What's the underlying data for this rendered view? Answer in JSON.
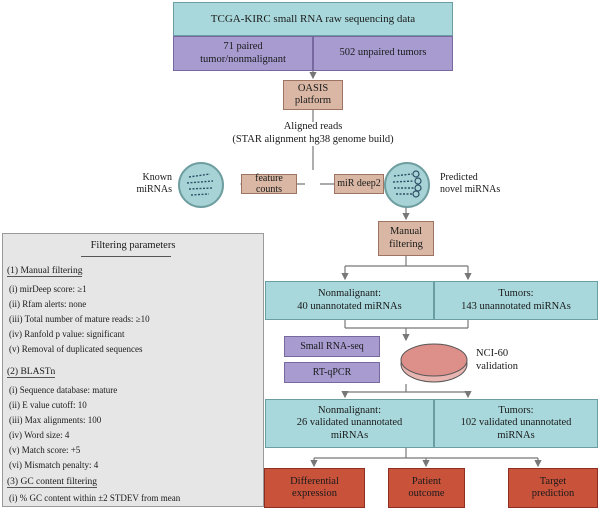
{
  "top": {
    "title": "TCGA-KIRC small RNA raw sequencing data",
    "paired": "71 paired\ntumor/nonmalignant",
    "unpaired": "502 unpaired tumors"
  },
  "oasis": "OASIS\nplatform",
  "aligned": "Aligned reads\n(STAR alignment hg38 genome build)",
  "known_mirnas": "Known\nmiRNAs",
  "feature_counts": "feature counts",
  "mir_deep2": "miR deep2",
  "predicted": "Predicted\nnovel miRNAs",
  "manual_box": "Manual\nfiltering",
  "unannotated": {
    "nonmalignant": "Nonmalignant:\n40 unannotated miRNAs",
    "tumors": "Tumors:\n143 unannotated miRNAs"
  },
  "small_rna_seq": "Small RNA-seq",
  "rt_qpcr": "RT-qPCR",
  "nci60": "NCI-60\nvalidation",
  "validated": {
    "nonmalignant": "Nonmalignant:\n26 validated unannotated\nmiRNAs",
    "tumors": "Tumors:\n102 validated unannotated\nmiRNAs"
  },
  "outcomes": [
    "Differential\nexpression",
    "Patient\noutcome",
    "Target\nprediction"
  ],
  "filter_panel": {
    "title": "Filtering parameters",
    "sections": [
      {
        "heading": "(1) Manual filtering",
        "items": [
          "(i) mirDeep score: ≥1",
          "(ii) Rfam alerts: none",
          "(iii) Total number of mature reads: ≥10",
          "(iv) Ranfold p value: significant",
          "(v) Removal of duplicated sequences"
        ]
      },
      {
        "heading": "(2) BLASTn",
        "items": [
          "(i) Sequence database: mature",
          "(ii) E value cutoff: 10",
          "(iii) Max alignments: 100",
          "(iv) Word size: 4",
          "(v) Match score: +5",
          "(vi) Mismatch penalty: 4"
        ]
      },
      {
        "heading": "(3) GC content filtering",
        "items": [
          "(i) % GC content within ±2 STDEV from mean"
        ]
      }
    ]
  },
  "colors": {
    "teal": "#a8d8dc",
    "purple": "#a79bd0",
    "tan": "#d9b7a4",
    "red": "#c9523b",
    "panel": "#e6e6e6"
  }
}
